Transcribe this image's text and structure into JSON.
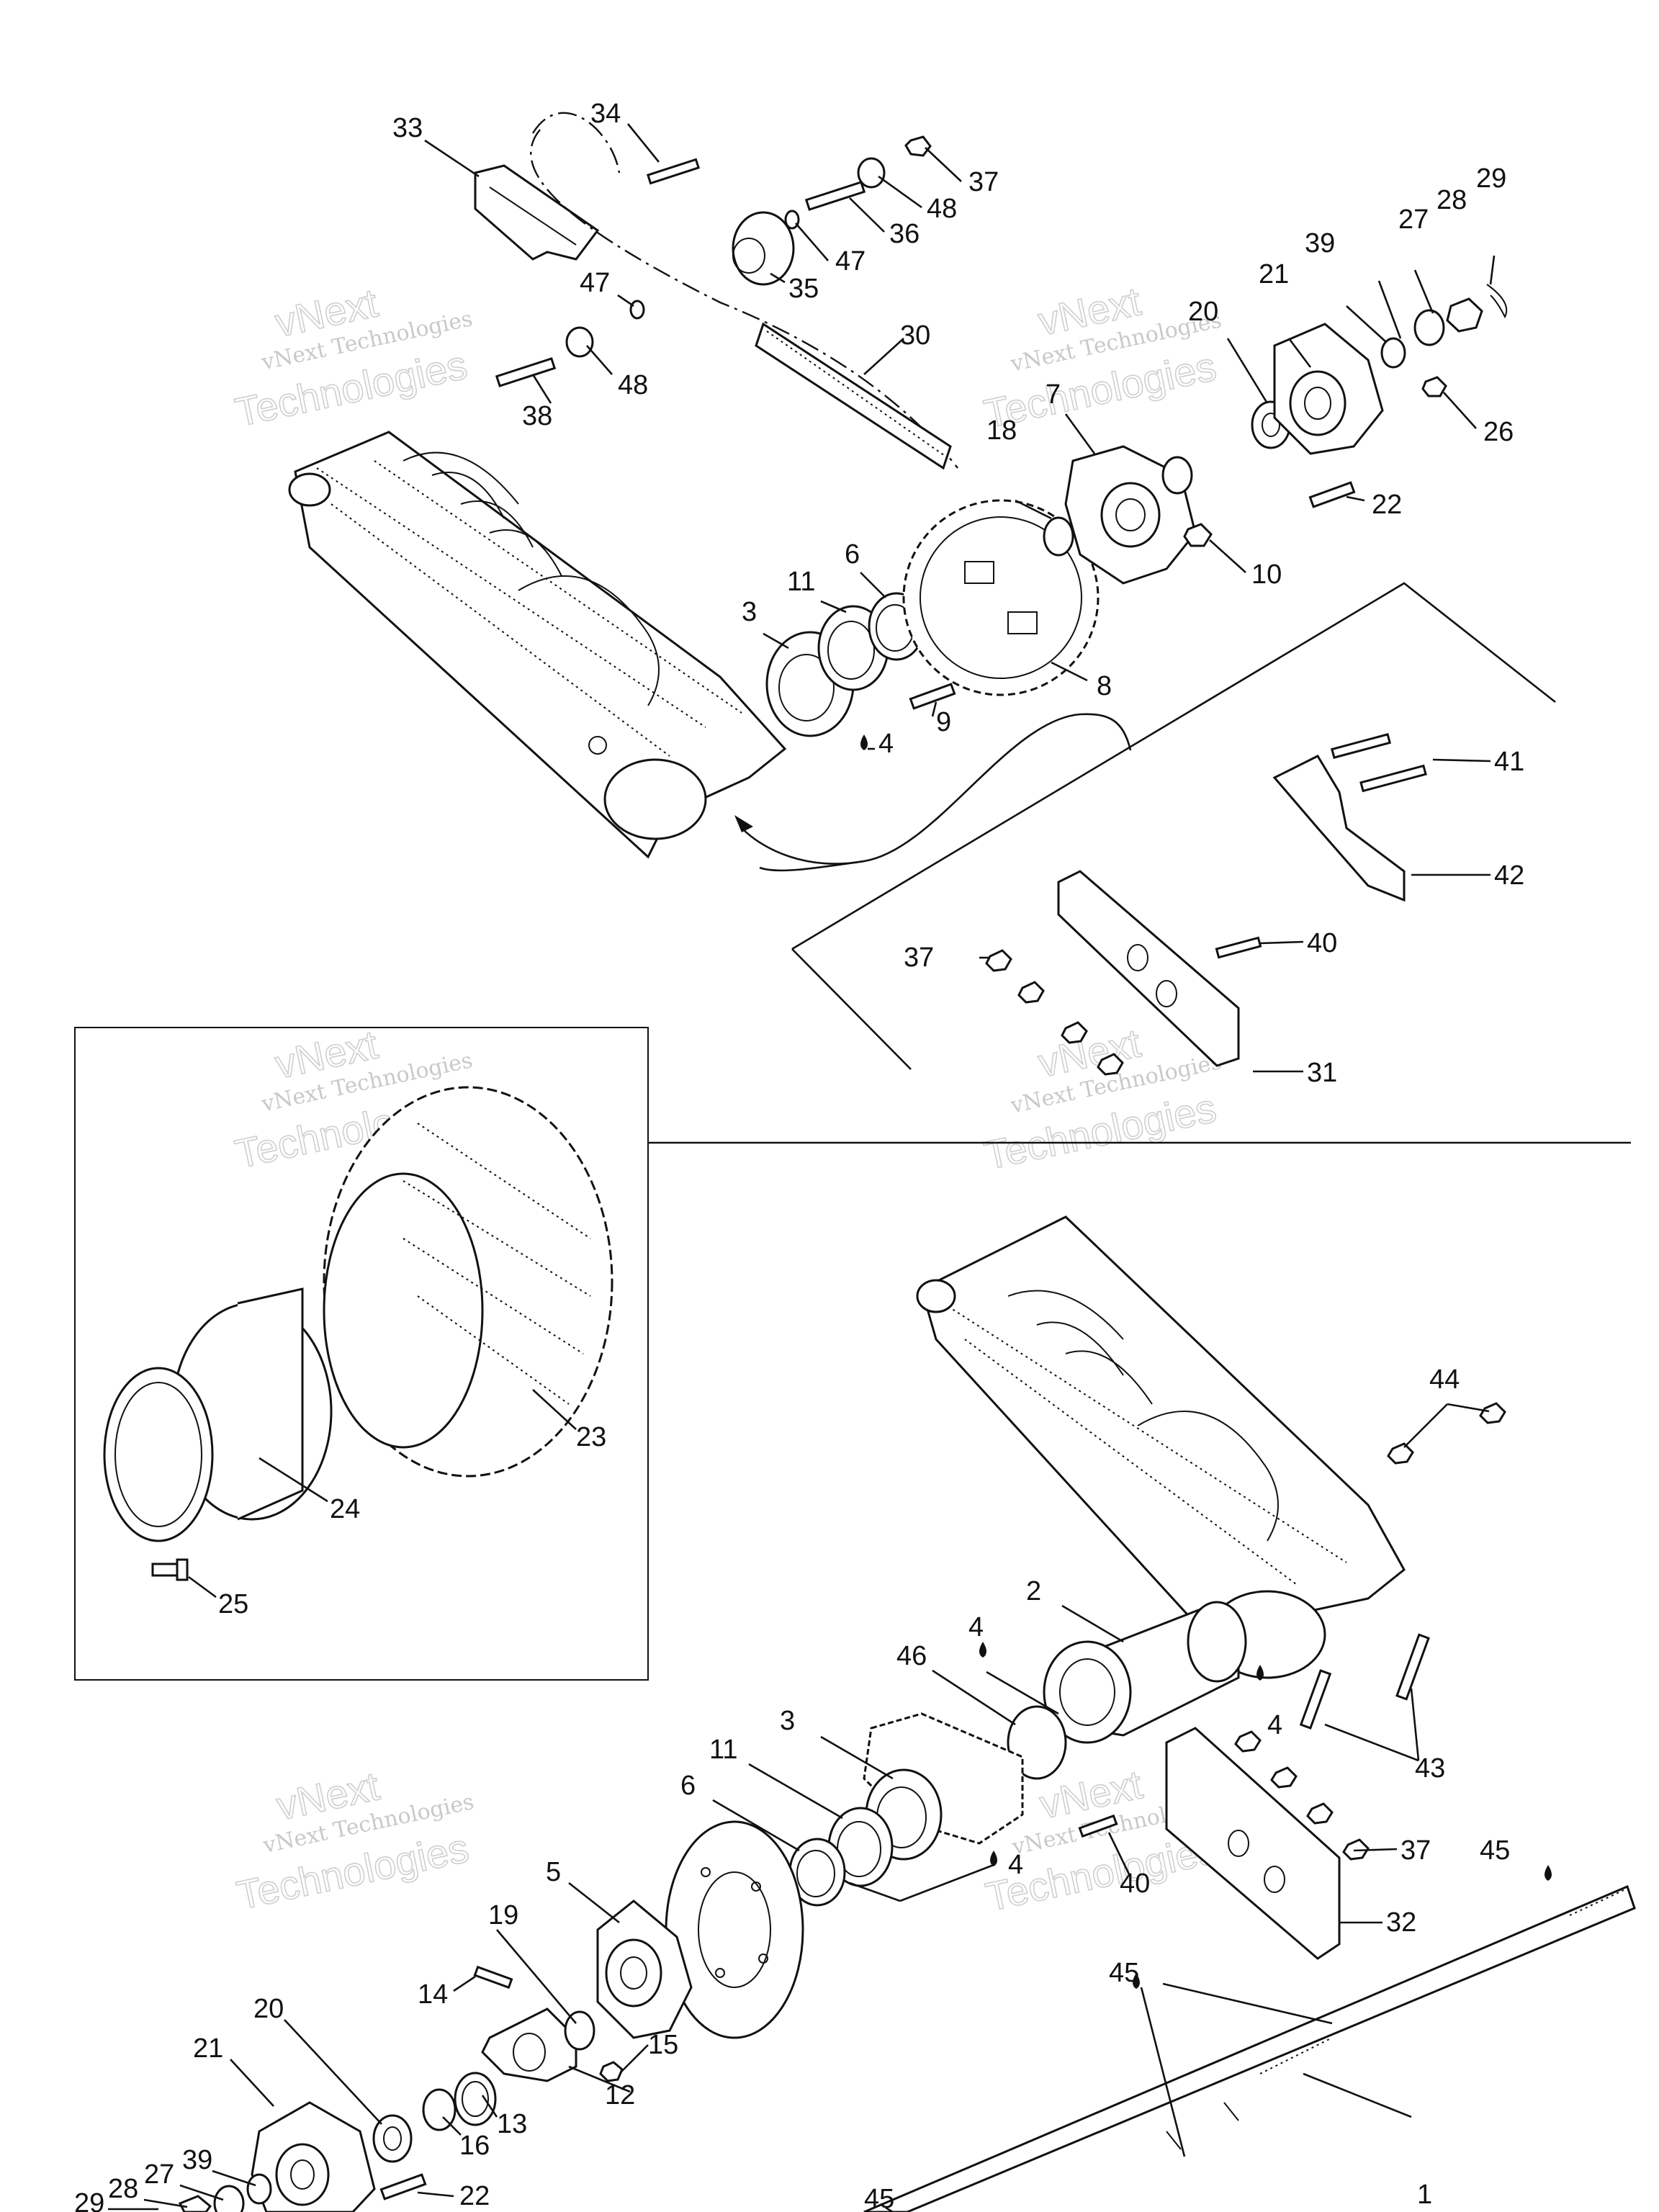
{
  "watermark": {
    "line1": "vNext",
    "line2": "vNext Technologies",
    "line3": "Technologies"
  },
  "callouts": [
    {
      "id": "c33",
      "text": "33"
    },
    {
      "id": "c34",
      "text": "34"
    },
    {
      "id": "c37a",
      "text": "37"
    },
    {
      "id": "c48a",
      "text": "48"
    },
    {
      "id": "c36",
      "text": "36"
    },
    {
      "id": "c47a",
      "text": "47"
    },
    {
      "id": "c35",
      "text": "35"
    },
    {
      "id": "c47b",
      "text": "47"
    },
    {
      "id": "c48b",
      "text": "48"
    },
    {
      "id": "c38",
      "text": "38"
    },
    {
      "id": "c30",
      "text": "30"
    },
    {
      "id": "c29a",
      "text": "29"
    },
    {
      "id": "c28a",
      "text": "28"
    },
    {
      "id": "c27a",
      "text": "27"
    },
    {
      "id": "c39a",
      "text": "39"
    },
    {
      "id": "c21a",
      "text": "21"
    },
    {
      "id": "c20a",
      "text": "20"
    },
    {
      "id": "c7",
      "text": "7"
    },
    {
      "id": "c18",
      "text": "18"
    },
    {
      "id": "c26",
      "text": "26"
    },
    {
      "id": "c22a",
      "text": "22"
    },
    {
      "id": "c10",
      "text": "10"
    },
    {
      "id": "c11a",
      "text": "11"
    },
    {
      "id": "c6a",
      "text": "6"
    },
    {
      "id": "c3a",
      "text": "3"
    },
    {
      "id": "c8",
      "text": "8"
    },
    {
      "id": "c9",
      "text": "9"
    },
    {
      "id": "c4a",
      "text": "4"
    },
    {
      "id": "c41",
      "text": "41"
    },
    {
      "id": "c42",
      "text": "42"
    },
    {
      "id": "c37b",
      "text": "37"
    },
    {
      "id": "c40a",
      "text": "40"
    },
    {
      "id": "c31",
      "text": "31"
    },
    {
      "id": "c23",
      "text": "23"
    },
    {
      "id": "c24",
      "text": "24"
    },
    {
      "id": "c25",
      "text": "25"
    },
    {
      "id": "c44",
      "text": "44"
    },
    {
      "id": "c2",
      "text": "2"
    },
    {
      "id": "c4b",
      "text": "4"
    },
    {
      "id": "c46",
      "text": "46"
    },
    {
      "id": "c4c",
      "text": "4"
    },
    {
      "id": "c43",
      "text": "43"
    },
    {
      "id": "c3b",
      "text": "3"
    },
    {
      "id": "c11b",
      "text": "11"
    },
    {
      "id": "c6b",
      "text": "6"
    },
    {
      "id": "c37c",
      "text": "37"
    },
    {
      "id": "c45a",
      "text": "45"
    },
    {
      "id": "c40b",
      "text": "40"
    },
    {
      "id": "c4d",
      "text": "4"
    },
    {
      "id": "c5",
      "text": "5"
    },
    {
      "id": "c32",
      "text": "32"
    },
    {
      "id": "c19",
      "text": "19"
    },
    {
      "id": "c45b",
      "text": "45"
    },
    {
      "id": "c14",
      "text": "14"
    },
    {
      "id": "c15",
      "text": "15"
    },
    {
      "id": "c20b",
      "text": "20"
    },
    {
      "id": "c12",
      "text": "12"
    },
    {
      "id": "c21b",
      "text": "21"
    },
    {
      "id": "c13",
      "text": "13"
    },
    {
      "id": "c16",
      "text": "16"
    },
    {
      "id": "c39b",
      "text": "39"
    },
    {
      "id": "c27b",
      "text": "27"
    },
    {
      "id": "c28b",
      "text": "28"
    },
    {
      "id": "c22b",
      "text": "22"
    },
    {
      "id": "c1",
      "text": "1"
    },
    {
      "id": "c29b",
      "text": "29"
    },
    {
      "id": "c45c",
      "text": "45"
    }
  ]
}
